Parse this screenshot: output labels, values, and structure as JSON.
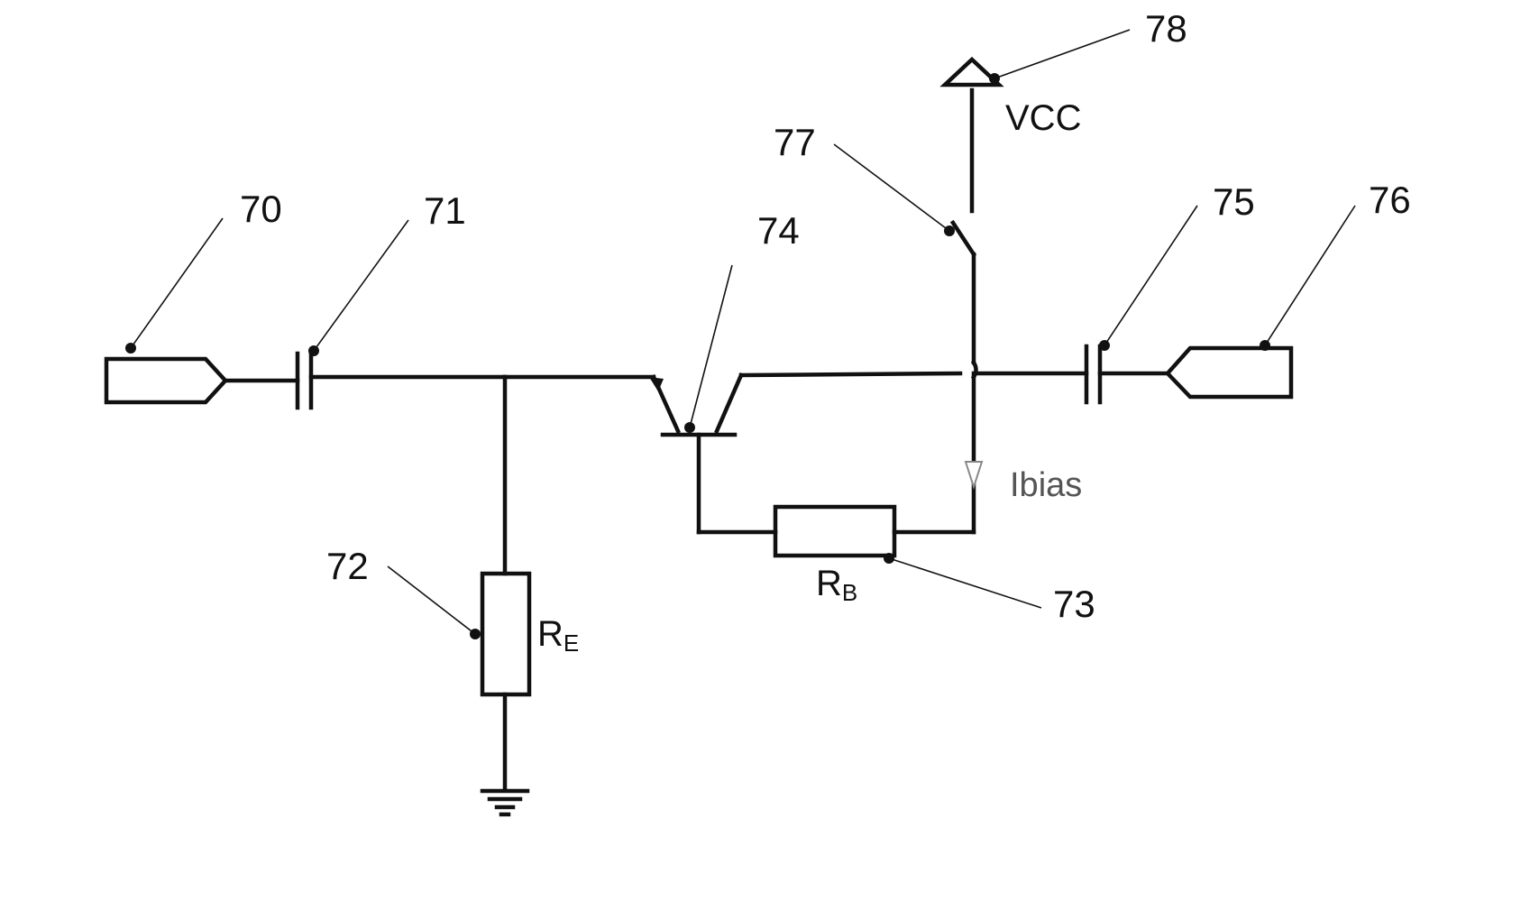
{
  "refs": {
    "input_port": "70",
    "input_capacitor": "71",
    "emitter_resistor": "72",
    "base_resistor": "73",
    "transistor": "74",
    "output_capacitor": "75",
    "output_port": "76",
    "switch": "77",
    "supply": "78"
  },
  "labels": {
    "vcc": "VCC",
    "ibias": "Ibias",
    "re_main": "R",
    "re_sub": "E",
    "rb_main": "R",
    "rb_sub": "B"
  }
}
